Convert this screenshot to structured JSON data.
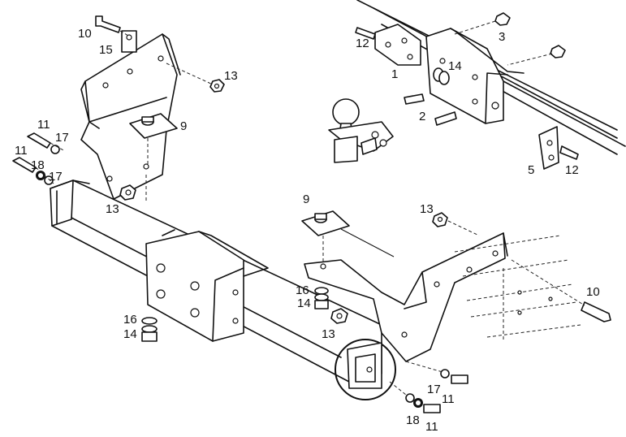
{
  "callouts": [
    {
      "id": "c10a",
      "text": "10"
    },
    {
      "id": "c15",
      "text": "15"
    },
    {
      "id": "c13a",
      "text": "13"
    },
    {
      "id": "c9a",
      "text": "9"
    },
    {
      "id": "c11a",
      "text": "11"
    },
    {
      "id": "c17a",
      "text": "17"
    },
    {
      "id": "c11b",
      "text": "11"
    },
    {
      "id": "c18a",
      "text": "18"
    },
    {
      "id": "c17b",
      "text": "17"
    },
    {
      "id": "c13b",
      "text": "13"
    },
    {
      "id": "c12a",
      "text": "12"
    },
    {
      "id": "c3",
      "text": "3"
    },
    {
      "id": "c1",
      "text": "1"
    },
    {
      "id": "c14a",
      "text": "14"
    },
    {
      "id": "c2",
      "text": "2"
    },
    {
      "id": "c5",
      "text": "5"
    },
    {
      "id": "c12b",
      "text": "12"
    },
    {
      "id": "c9b",
      "text": "9"
    },
    {
      "id": "c13c",
      "text": "13"
    },
    {
      "id": "c16a",
      "text": "16"
    },
    {
      "id": "c14b",
      "text": "14"
    },
    {
      "id": "c10b",
      "text": "10"
    },
    {
      "id": "c16b",
      "text": "16"
    },
    {
      "id": "c14c",
      "text": "14"
    },
    {
      "id": "c13d",
      "text": "13"
    },
    {
      "id": "c17c",
      "text": "17"
    },
    {
      "id": "c11c",
      "text": "11"
    },
    {
      "id": "c18b",
      "text": "18"
    },
    {
      "id": "c11d",
      "text": "11"
    }
  ]
}
